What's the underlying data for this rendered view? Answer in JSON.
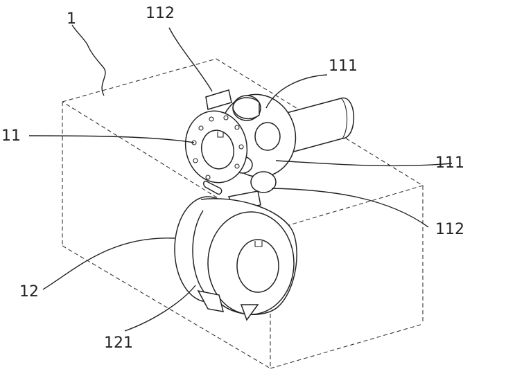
{
  "figure": {
    "labels": {
      "frame": "1",
      "tool_top": "112",
      "roller_right_top": "111",
      "assembly_left": "11",
      "roller_right_mid": "111",
      "tool_bottom": "112",
      "lower_wheel": "12",
      "wheel_flange": "121"
    }
  }
}
